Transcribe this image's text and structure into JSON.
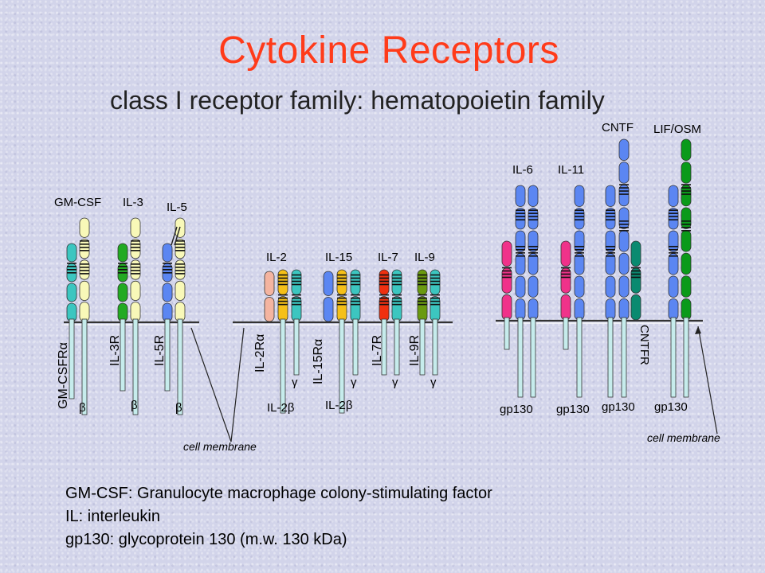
{
  "title": "Cytokine Receptors",
  "subtitle": "class I receptor family: hematopoietin family",
  "colors": {
    "teal": "#3cc6c0",
    "yellow_pale": "#f8f8b8",
    "green": "#22aa22",
    "blue": "#5b86f2",
    "salmon": "#f4b4a0",
    "orange": "#f5c018",
    "red": "#f03010",
    "olive": "#6a9a10",
    "pink": "#f0328a",
    "dark_teal": "#0a8a70",
    "dark_green": "#0a9a1a",
    "stem": "#c6ecec"
  },
  "groups": {
    "gm": {
      "ligands": [
        "GM-CSF",
        "IL-3",
        "IL-5"
      ],
      "receptors": [
        "GM-CSFRα",
        "IL-3R",
        "IL-5R"
      ],
      "beta": [
        "β",
        "β",
        "β"
      ]
    },
    "il2": {
      "ligands": [
        "IL-2",
        "IL-15",
        "IL-7",
        "IL-9"
      ],
      "receptors": [
        "IL-2Rα",
        "IL-15Rα",
        "IL-7R",
        "IL-9R"
      ],
      "beta": [
        "IL-2β",
        "IL-2β"
      ],
      "gamma": [
        "γ",
        "γ",
        "γ",
        "γ"
      ]
    },
    "gp130": {
      "ligands": [
        "IL-6",
        "IL-11",
        "CNTF",
        "LIF/OSM"
      ],
      "receptors": [
        "CNTFR"
      ],
      "gp130": [
        "gp130",
        "gp130",
        "gp130",
        "gp130"
      ]
    }
  },
  "membrane_label": "cell membrane",
  "legend": [
    "GM-CSF: Granulocyte macrophage colony-stimulating factor",
    "IL: interleukin",
    "gp130: glycoprotein 130 (m.w. 130 kDa)"
  ]
}
